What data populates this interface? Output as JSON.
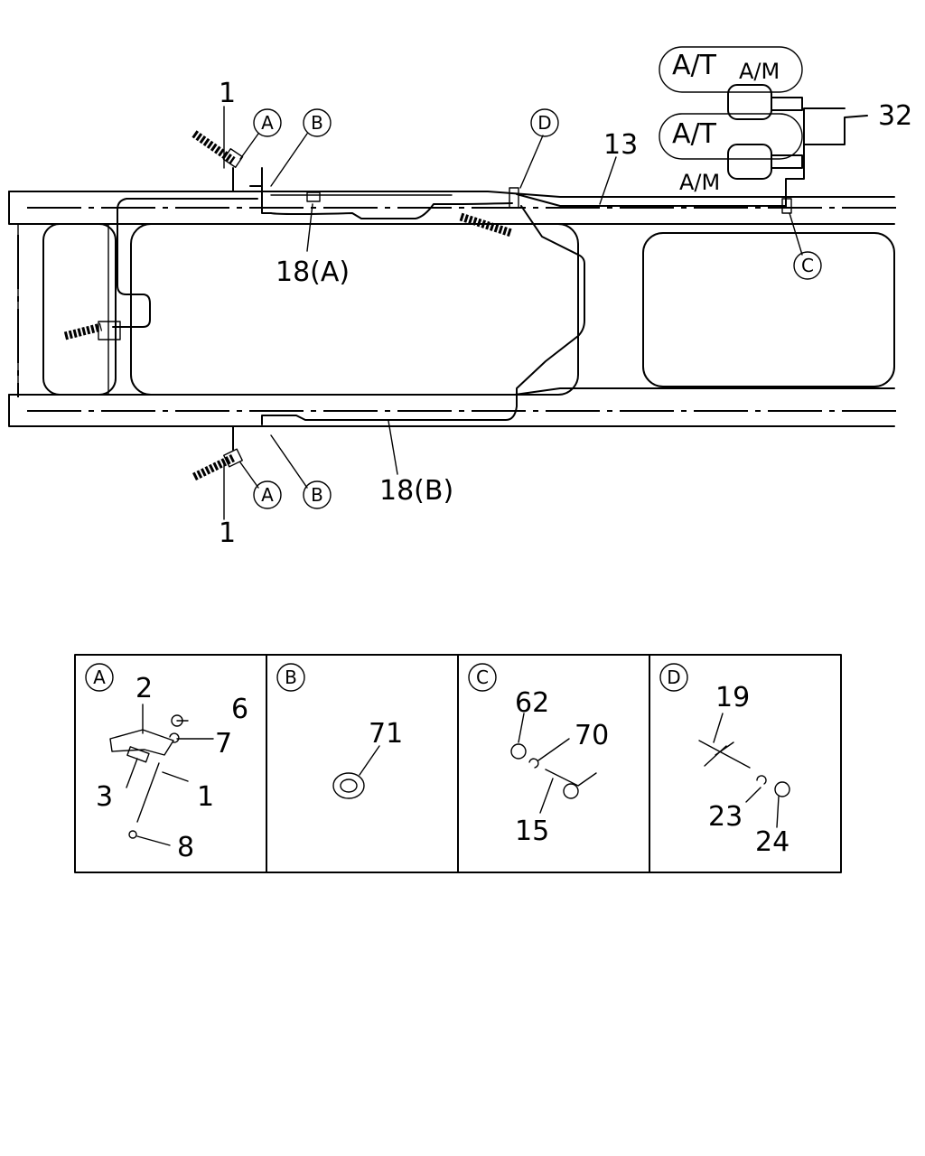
{
  "main_view": {
    "callouts": {
      "hose_front_left": "1",
      "hose_rear_left": "1",
      "pipe_13": "13",
      "pipe_18a": "18(A)",
      "pipe_18b": "18(B)",
      "pipe_32": "32"
    },
    "markers": {
      "a_top": "A",
      "b_top": "B",
      "d_top": "D",
      "c_right": "C",
      "a_bottom": "A",
      "b_bottom": "B"
    },
    "valves": {
      "upper_at": "A/T",
      "upper_am": "A/M",
      "lower_at": "A/T",
      "lower_am": "A/M"
    }
  },
  "detail_panels": [
    {
      "marker": "A",
      "parts": [
        "2",
        "6",
        "7",
        "3",
        "1",
        "8"
      ]
    },
    {
      "marker": "B",
      "parts": [
        "71"
      ]
    },
    {
      "marker": "C",
      "parts": [
        "62",
        "70",
        "15"
      ]
    },
    {
      "marker": "D",
      "parts": [
        "19",
        "23",
        "24"
      ]
    }
  ]
}
